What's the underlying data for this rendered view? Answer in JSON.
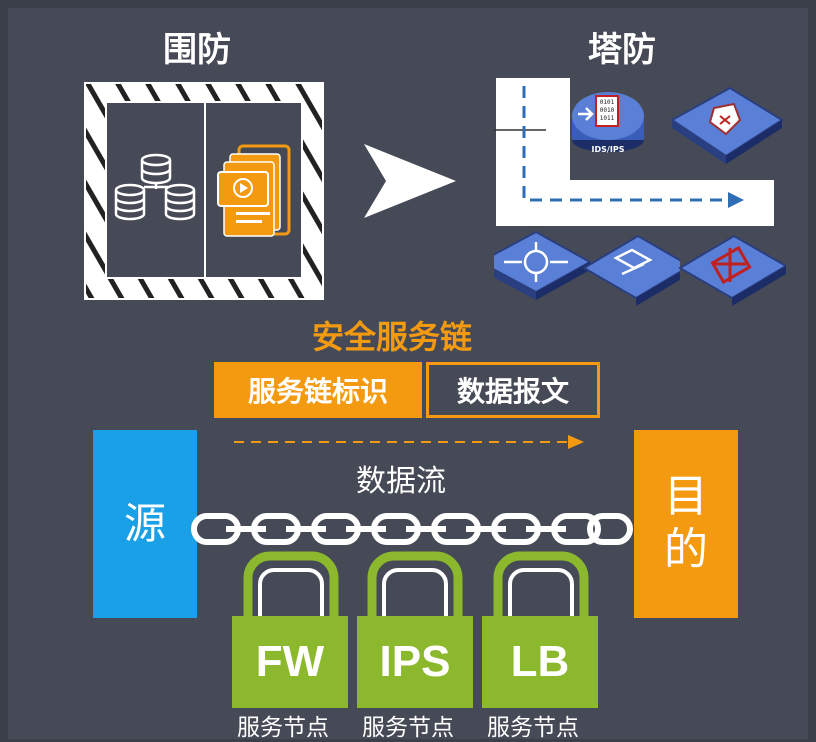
{
  "top": {
    "left_title": "围防",
    "right_title": "塔防",
    "ids_label": "IDS/IPS",
    "ids_bits": [
      "0101",
      "0010",
      "1011"
    ]
  },
  "chain": {
    "title": "安全服务链",
    "header_left": "服务链标识",
    "header_right": "数据报文",
    "flow_label": "数据流",
    "source": "源",
    "destination": "目的"
  },
  "nodes": [
    {
      "name": "FW",
      "label": "服务节点"
    },
    {
      "name": "IPS",
      "label": "服务节点"
    },
    {
      "name": "LB",
      "label": "服务节点"
    }
  ],
  "colors": {
    "orange": "#f39a11",
    "blue": "#1aa0e6",
    "green": "#8cb82d",
    "background": "#454a56"
  }
}
